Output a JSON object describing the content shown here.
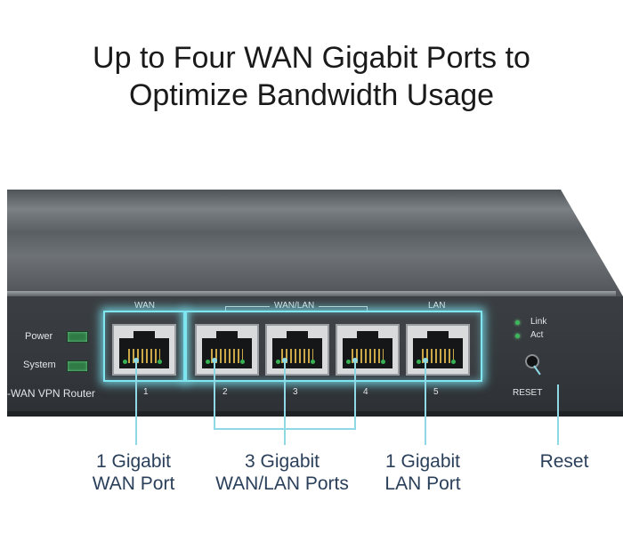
{
  "headline": {
    "line1": "Up to Four WAN Gigabit Ports to",
    "line2": "Optimize Bandwidth Usage"
  },
  "device": {
    "model_text": "-WAN VPN Router",
    "indicators": [
      {
        "label": "Power"
      },
      {
        "label": "System"
      }
    ],
    "group_labels": {
      "wan": "WAN",
      "wan_lan": "WAN/LAN",
      "lan": "LAN"
    },
    "ports": [
      {
        "number": "1"
      },
      {
        "number": "2"
      },
      {
        "number": "3"
      },
      {
        "number": "4"
      },
      {
        "number": "5"
      }
    ],
    "status_leds": [
      {
        "label": "Link"
      },
      {
        "label": "Act"
      }
    ],
    "reset_label": "RESET"
  },
  "callouts": {
    "wan_port": {
      "line1": "1 Gigabit",
      "line2": "WAN Port"
    },
    "wan_lan_ports": {
      "line1": "3 Gigabit",
      "line2": "WAN/LAN Ports"
    },
    "lan_port": {
      "line1": "1 Gigabit",
      "line2": "LAN Port"
    },
    "reset": {
      "line1": "Reset"
    }
  },
  "colors": {
    "highlight": "#7fe6f0",
    "label_text": "#2a3f5a",
    "device_body": "#3b3f43"
  }
}
